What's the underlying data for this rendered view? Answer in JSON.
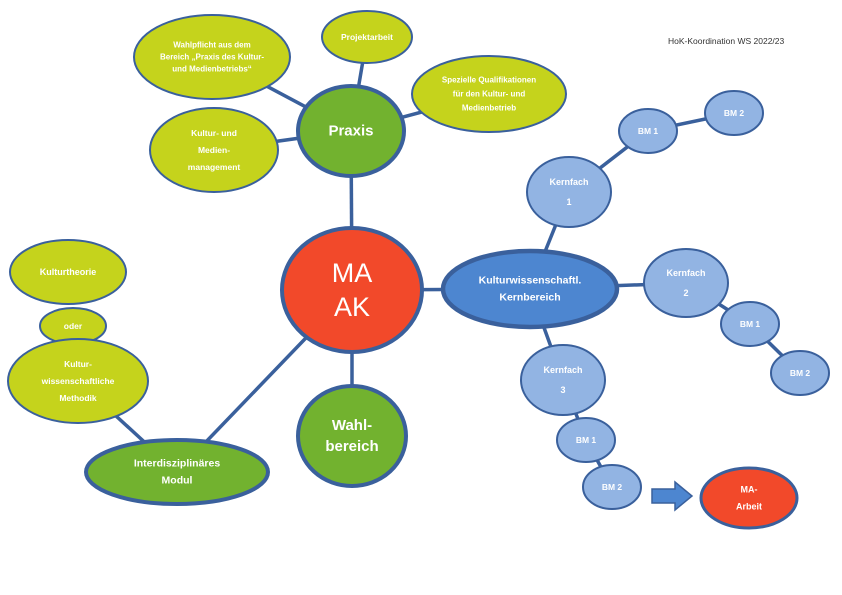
{
  "header": {
    "corner_note": "HoK-Koordination WS 2022/23"
  },
  "colors": {
    "lime": "#c5d31c",
    "green": "#72b22f",
    "red": "#f2492a",
    "blue_dark": "#4d86d0",
    "blue_light": "#92b4e3",
    "outline": "#3a609c",
    "text_dark": "#333333",
    "text_light": "#ffffff"
  },
  "nodes": {
    "ma_ak": {
      "lines": [
        "MA",
        "AK"
      ]
    },
    "praxis": {
      "lines": [
        "Praxis"
      ]
    },
    "wahlbereich": {
      "lines": [
        "Wahl-",
        "bereich"
      ]
    },
    "interdisziplinaer": {
      "lines": [
        "Interdisziplinäres",
        "Modul"
      ]
    },
    "kulturwiss_kern": {
      "lines": [
        "Kulturwissenschaftl.",
        "Kernbereich"
      ]
    },
    "wahlpflicht": {
      "lines": [
        "Wahlpflicht aus dem",
        "Bereich „Praxis des Kultur-",
        "und Medienbetriebs“"
      ]
    },
    "projektarbeit": {
      "lines": [
        "Projektarbeit"
      ]
    },
    "spezielle_quali": {
      "lines": [
        "Spezielle Qualifikationen",
        "für den Kultur- und",
        "Medienbetrieb"
      ]
    },
    "kultur_medien": {
      "lines": [
        "Kultur- und",
        "Medien-",
        "management"
      ]
    },
    "kulturtheorie": {
      "lines": [
        "Kulturtheorie"
      ]
    },
    "oder": {
      "lines": [
        "oder"
      ]
    },
    "methodik": {
      "lines": [
        "Kultur-",
        "wissenschaftliche",
        "Methodik"
      ]
    },
    "kernfach1": {
      "lines": [
        "Kernfach",
        "1"
      ]
    },
    "kernfach2": {
      "lines": [
        "Kernfach",
        "2"
      ]
    },
    "kernfach3": {
      "lines": [
        "Kernfach",
        "3"
      ]
    },
    "k1_bm1": {
      "lines": [
        "BM 1"
      ]
    },
    "k1_bm2": {
      "lines": [
        "BM 2"
      ]
    },
    "k2_bm1": {
      "lines": [
        "BM 1"
      ]
    },
    "k2_bm2": {
      "lines": [
        "BM 2"
      ]
    },
    "k3_bm1": {
      "lines": [
        "BM 1"
      ]
    },
    "k3_bm2": {
      "lines": [
        "BM 2"
      ]
    },
    "ma_arbeit": {
      "lines": [
        "MA-",
        "Arbeit"
      ]
    }
  },
  "edges": [
    [
      "ma_ak",
      "praxis"
    ],
    [
      "ma_ak",
      "wahlbereich"
    ],
    [
      "ma_ak",
      "interdisziplinaer"
    ],
    [
      "ma_ak",
      "kulturwiss_kern"
    ],
    [
      "praxis",
      "wahlpflicht"
    ],
    [
      "praxis",
      "projektarbeit"
    ],
    [
      "praxis",
      "spezielle_quali"
    ],
    [
      "praxis",
      "kultur_medien"
    ],
    [
      "methodik",
      "interdisziplinaer"
    ],
    [
      "kulturwiss_kern",
      "kernfach1"
    ],
    [
      "kulturwiss_kern",
      "kernfach2"
    ],
    [
      "kulturwiss_kern",
      "kernfach3"
    ],
    [
      "kernfach1",
      "k1_bm1"
    ],
    [
      "k1_bm1",
      "k1_bm2"
    ],
    [
      "kernfach2",
      "k2_bm1"
    ],
    [
      "k2_bm1",
      "k2_bm2"
    ],
    [
      "kernfach3",
      "k3_bm1"
    ],
    [
      "k3_bm1",
      "k3_bm2"
    ]
  ],
  "arrow": {
    "from": "k3_bm2",
    "to": "ma_arbeit"
  }
}
